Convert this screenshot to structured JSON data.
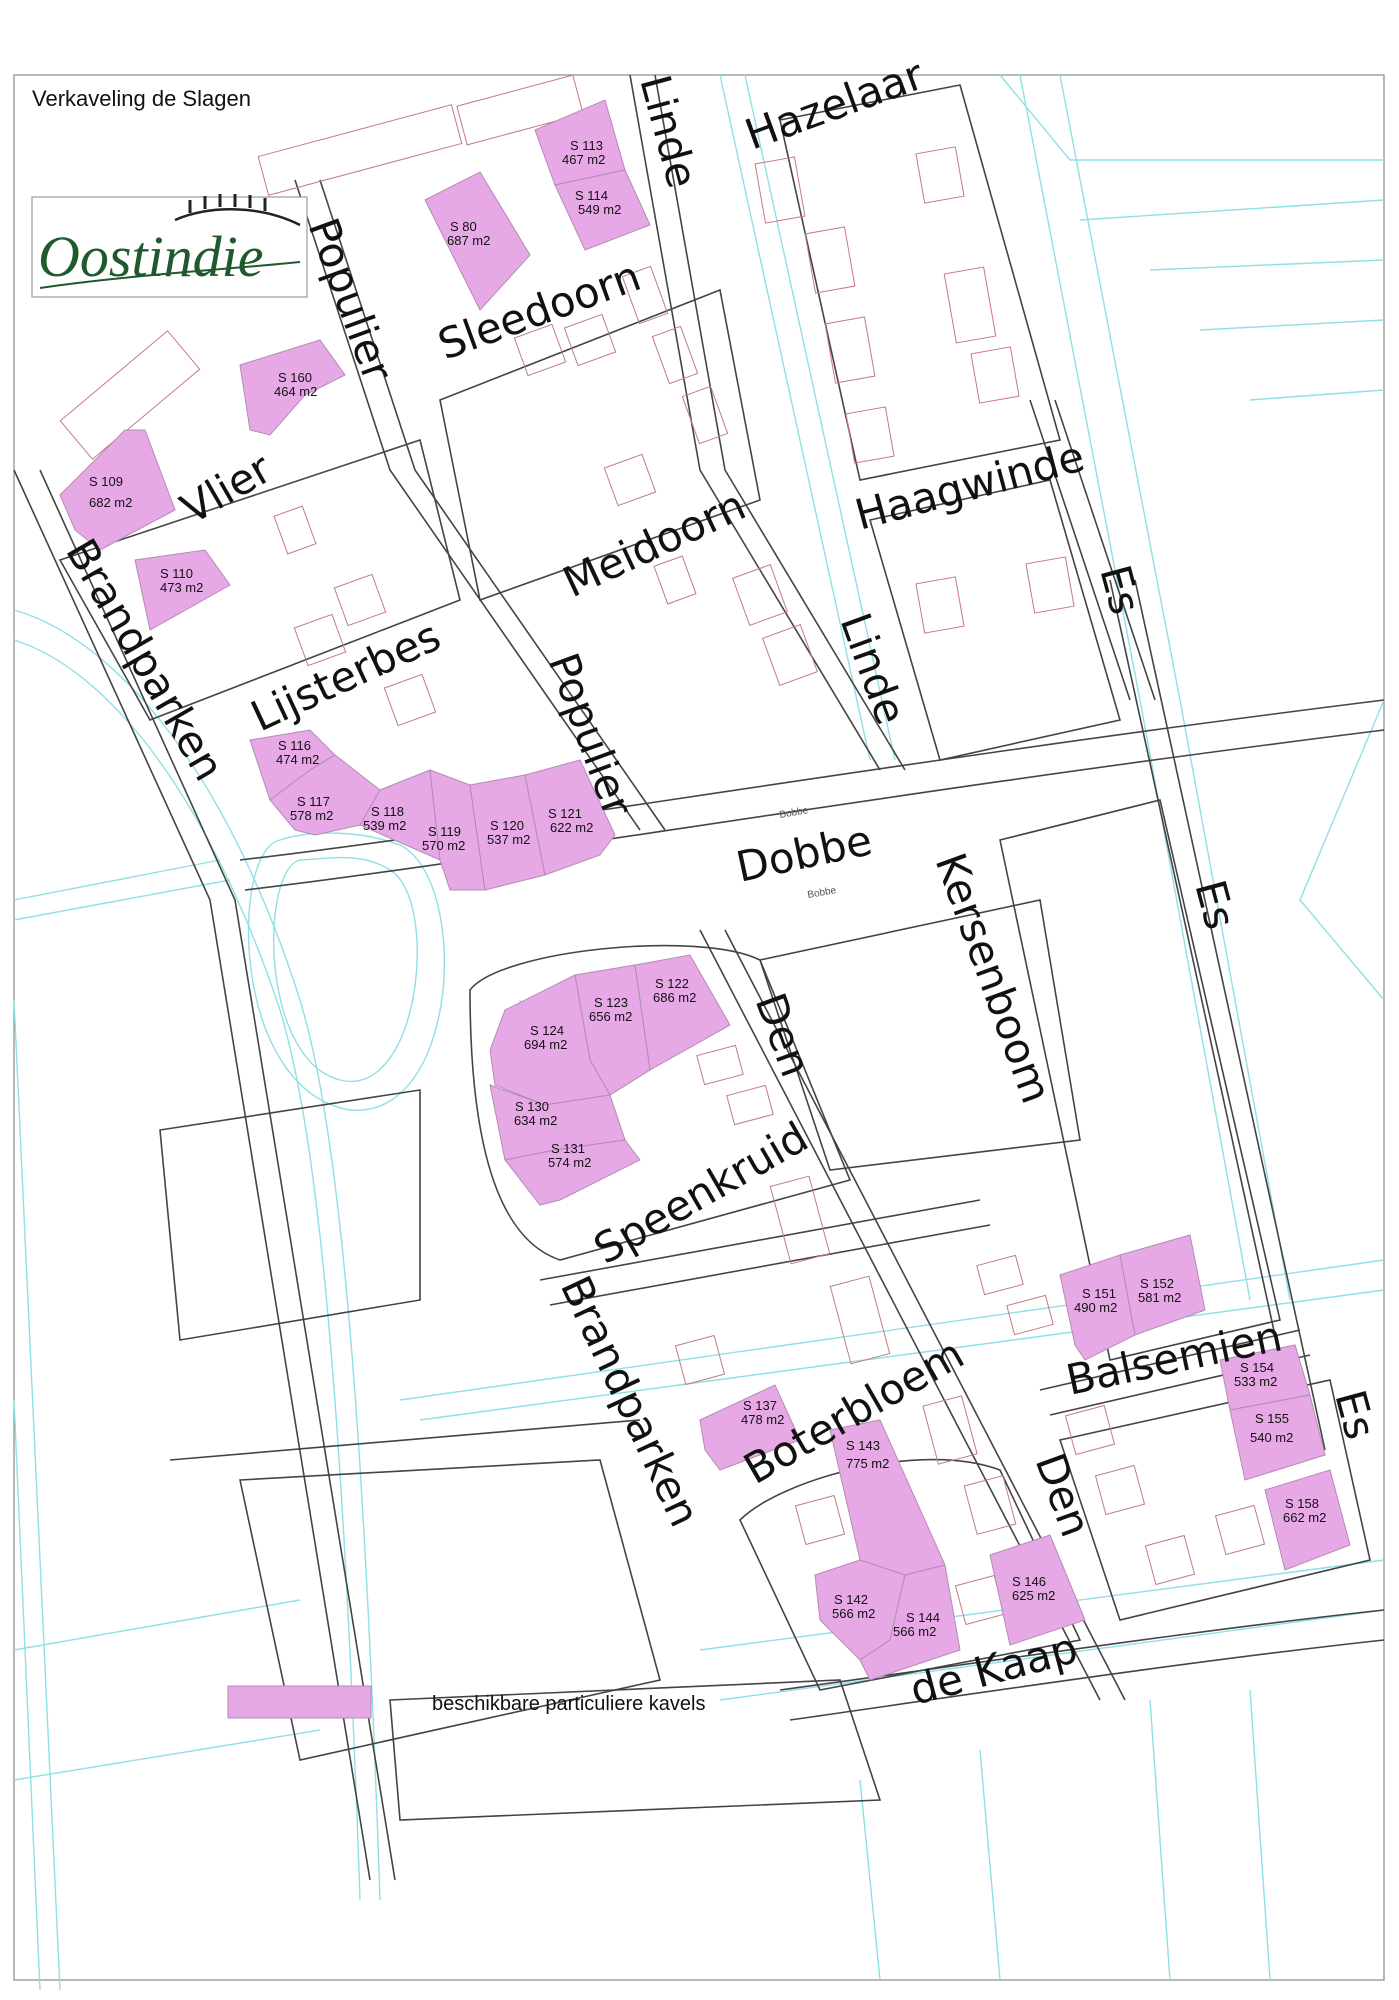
{
  "title": "Verkaveling de Slagen",
  "logo": {
    "text": "Oostindie"
  },
  "legend": {
    "label": "beschikbare particuliere kavels"
  },
  "colors": {
    "plot_fill": "#e7a9e6",
    "plot_stroke": "#b58ab5",
    "road": "#444444",
    "water": "#8fe0e6",
    "house": "#c47a84",
    "logo_green": "#1e5a2e"
  },
  "streets": {
    "hazelaar": "Hazelaar",
    "linde_top": "Linde",
    "linde_mid": "Linde",
    "sleedoorn": "Sleedoorn",
    "populier_top": "Populier",
    "populier_mid": "Populier",
    "vlier": "Vlier",
    "meidoorn": "Meidoorn",
    "haagwinde": "Haagwinde",
    "es_top": "Es",
    "es_mid": "Es",
    "es_bottom": "Es",
    "brandparken_top": "Brandparken",
    "brandparken_bottom": "Brandparken",
    "lijsterbes": "Lijsterbes",
    "dobbe": "Dobbe",
    "kersenboom": "Kersenboom",
    "den_top": "Den",
    "den_bottom": "Den",
    "speenkruid": "Speenkruid",
    "balsemien": "Balsemien",
    "boterbloem": "Boterbloem",
    "de_kaap": "de Kaap"
  },
  "plots": {
    "s113": {
      "id": "S 113",
      "area": "467 m2"
    },
    "s114": {
      "id": "S 114",
      "area": "549 m2"
    },
    "s80": {
      "id": "S 80",
      "area": "687 m2"
    },
    "s160": {
      "id": "S 160",
      "area": "464 m2"
    },
    "s109": {
      "id": "S 109",
      "area": "682 m2"
    },
    "s110": {
      "id": "S 110",
      "area": "473 m2"
    },
    "s116": {
      "id": "S 116",
      "area": "474 m2"
    },
    "s117": {
      "id": "S 117",
      "area": "578 m2"
    },
    "s118": {
      "id": "S 118",
      "area": "539 m2"
    },
    "s119": {
      "id": "S 119",
      "area": "570 m2"
    },
    "s120": {
      "id": "S 120",
      "area": "537 m2"
    },
    "s121": {
      "id": "S 121",
      "area": "622 m2"
    },
    "s122": {
      "id": "S 122",
      "area": "686 m2"
    },
    "s123": {
      "id": "S 123",
      "area": "656 m2"
    },
    "s124": {
      "id": "S 124",
      "area": "694 m2"
    },
    "s130": {
      "id": "S 130",
      "area": "634 m2"
    },
    "s131": {
      "id": "S 131",
      "area": "574 m2"
    },
    "s151": {
      "id": "S 151",
      "area": "490 m2"
    },
    "s152": {
      "id": "S 152",
      "area": "581 m2"
    },
    "s154": {
      "id": "S 154",
      "area": "533 m2"
    },
    "s155": {
      "id": "S 155",
      "area": "540 m2"
    },
    "s158": {
      "id": "S 158",
      "area": "662 m2"
    },
    "s137": {
      "id": "S 137",
      "area": "478 m2"
    },
    "s143": {
      "id": "S 143",
      "area": "775 m2"
    },
    "s142": {
      "id": "S 142",
      "area": "566 m2"
    },
    "s144": {
      "id": "S 144",
      "area": "566 m2"
    },
    "s146": {
      "id": "S 146",
      "area": "625 m2"
    }
  },
  "small_labels": {
    "bobbe_1": "Bobbe",
    "bobbe_2": "Bobbe"
  }
}
